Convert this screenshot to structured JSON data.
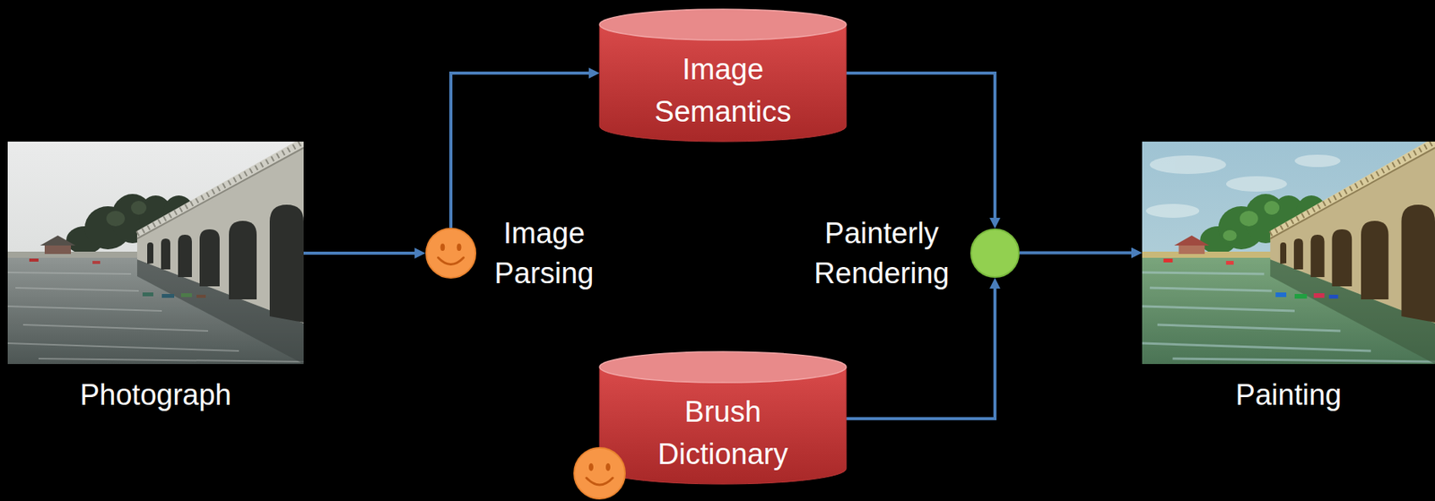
{
  "diagram": {
    "nodes": [
      {
        "text": [
          "Photograph"
        ]
      },
      {
        "text": [
          "Image Parsing"
        ]
      },
      {
        "text": [
          "Image Semantics"
        ]
      },
      {
        "text": [
          "Painterly Rendering"
        ]
      },
      {
        "text": [
          "Brush Dictionary"
        ]
      },
      {
        "text": [
          "Painting"
        ]
      }
    ],
    "edges": [
      {
        "from": 0,
        "to": 1,
        "arrow": "to"
      },
      {
        "from": 1,
        "to": 2,
        "arrow": "to"
      },
      {
        "from": 2,
        "to": 3,
        "arrow": "to"
      },
      {
        "from": 4,
        "to": 3,
        "arrow": "to"
      },
      {
        "from": 3,
        "to": 5,
        "arrow": "to"
      }
    ]
  }
}
